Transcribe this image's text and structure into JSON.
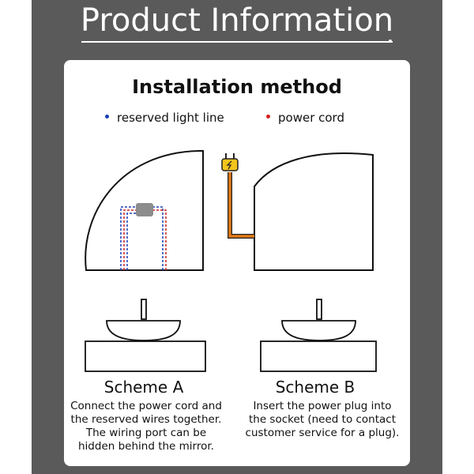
{
  "header": {
    "title": "Product Information"
  },
  "card": {
    "heading": "Installation method"
  },
  "legend": {
    "reserved": {
      "label": "reserved light line",
      "color": "#1a3fb5"
    },
    "power": {
      "label": "power cord",
      "color": "#d42020"
    }
  },
  "scheme_a": {
    "title": "Scheme A",
    "lines": [
      "Connect the power cord and",
      "the reserved wires together.",
      "The wiring port can be",
      "hidden behind the mirror."
    ]
  },
  "scheme_b": {
    "title": "Scheme B",
    "lines": [
      "Insert the power plug into",
      "the socket (need to contact",
      "customer service for a plug)."
    ]
  },
  "colors": {
    "frame": "#5a5a5a",
    "cable": "#e07b1a",
    "plug": "#f2c51c"
  }
}
